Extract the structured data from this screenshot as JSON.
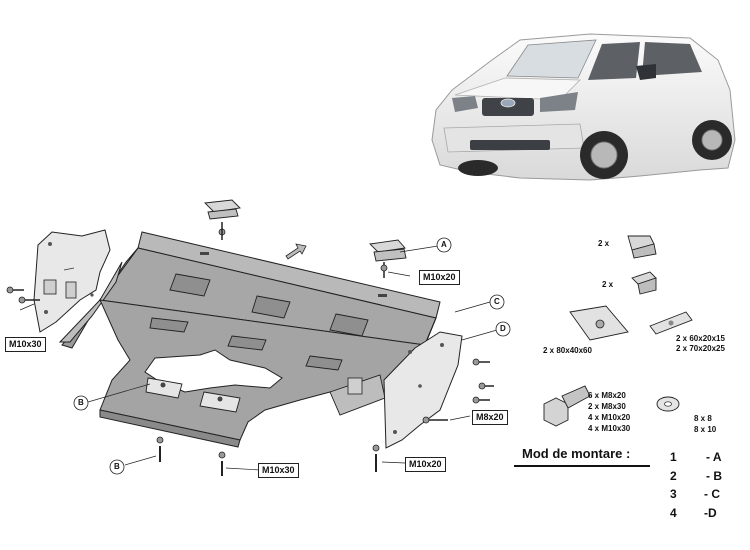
{
  "callouts": {
    "A": "A",
    "B": "B",
    "C": "C",
    "D": "D"
  },
  "bolt_labels": {
    "left": "M10x30",
    "top_right": "M10x20",
    "right": "M8x20",
    "bottom_center": "M10x30",
    "bottom_right": "M10x20"
  },
  "parts_list": {
    "bracket_angle": "2  x",
    "bracket_z": "2  x",
    "plate_80x40x60": "2  x  80x40x60",
    "plates_flat": [
      "2  x   60x20x15",
      "2  x   70x20x25"
    ],
    "bolts": [
      "6  x    M8x20",
      "2  x    M8x30",
      "4  x    M10x20",
      "4  x    M10x30"
    ],
    "washers": [
      "8  x    8",
      "8  x    10"
    ]
  },
  "mounting": {
    "title": "Mod de montare :",
    "rows": [
      {
        "num": "1",
        "letter": "- A"
      },
      {
        "num": "2",
        "letter": "- B"
      },
      {
        "num": "3",
        "letter": "- C"
      },
      {
        "num": "4",
        "letter": "-D"
      }
    ]
  },
  "colors": {
    "plate_fill": "#a9a9a9",
    "plate_dark": "#8c8c8c",
    "plate_light": "#c8c8c8",
    "bracket_fill": "#e6e6e6",
    "car_body": "#f1f1f1",
    "ink": "#222222"
  }
}
